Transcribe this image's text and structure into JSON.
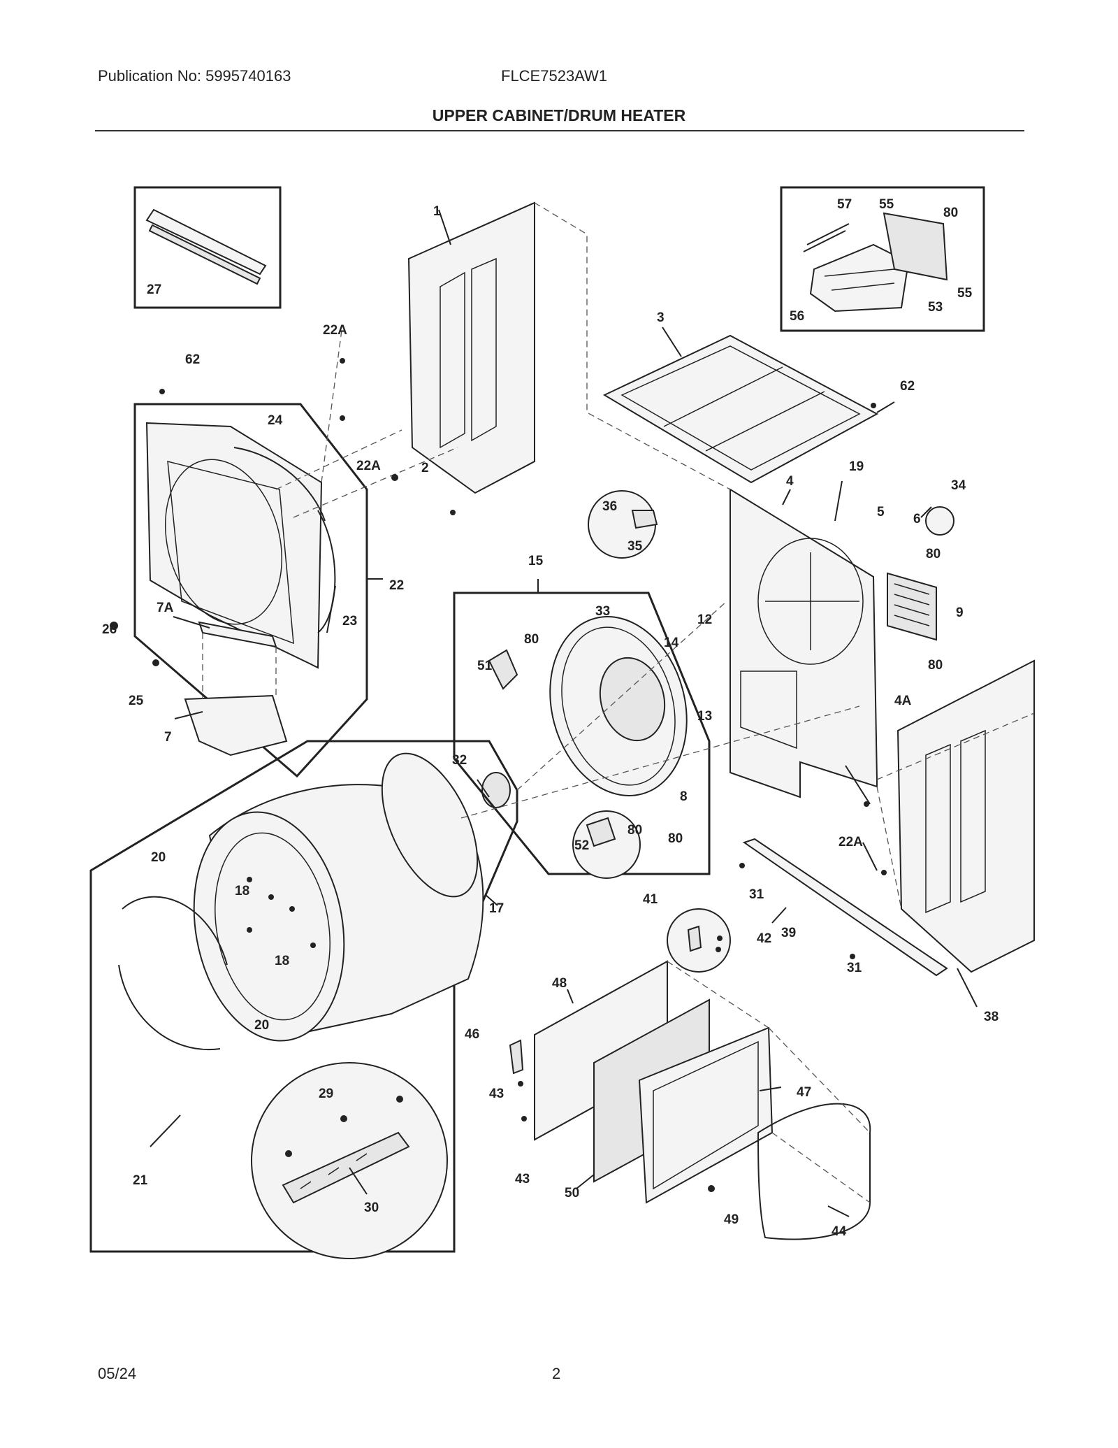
{
  "header": {
    "publication": "Publication No: 5995740163",
    "model": "FLCE7523AW1",
    "title": "UPPER CABINET/DRUM HEATER"
  },
  "footer": {
    "date": "05/24",
    "page": "2"
  },
  "callouts": {
    "c1": "1",
    "c2": "2",
    "c3": "3",
    "c4": "4",
    "c4A": "4A",
    "c5": "5",
    "c6": "6",
    "c7": "7",
    "c7A": "7A",
    "c8": "8",
    "c9": "9",
    "c12": "12",
    "c13": "13",
    "c14": "14",
    "c15": "15",
    "c17": "17",
    "c18a": "18",
    "c18b": "18",
    "c19": "19",
    "c20a": "20",
    "c20b": "20",
    "c21": "21",
    "c22": "22",
    "c22Aa": "22A",
    "c22Ab": "22A",
    "c22Ac": "22A",
    "c23": "23",
    "c24": "24",
    "c25": "25",
    "c26": "26",
    "c27": "27",
    "c29": "29",
    "c30": "30",
    "c31a": "31",
    "c31b": "31",
    "c32": "32",
    "c33": "33",
    "c34": "34",
    "c35": "35",
    "c36": "36",
    "c38": "38",
    "c39": "39",
    "c41": "41",
    "c42": "42",
    "c43a": "43",
    "c43b": "43",
    "c44": "44",
    "c46": "46",
    "c47": "47",
    "c48": "48",
    "c49": "49",
    "c50": "50",
    "c51": "51",
    "c52": "52",
    "c53": "53",
    "c55a": "55",
    "c55b": "55",
    "c56": "56",
    "c57": "57",
    "c62a": "62",
    "c62b": "62",
    "c80a": "80",
    "c80b": "80",
    "c80c": "80",
    "c80d": "80",
    "c80e": "80",
    "c80f": "80"
  }
}
